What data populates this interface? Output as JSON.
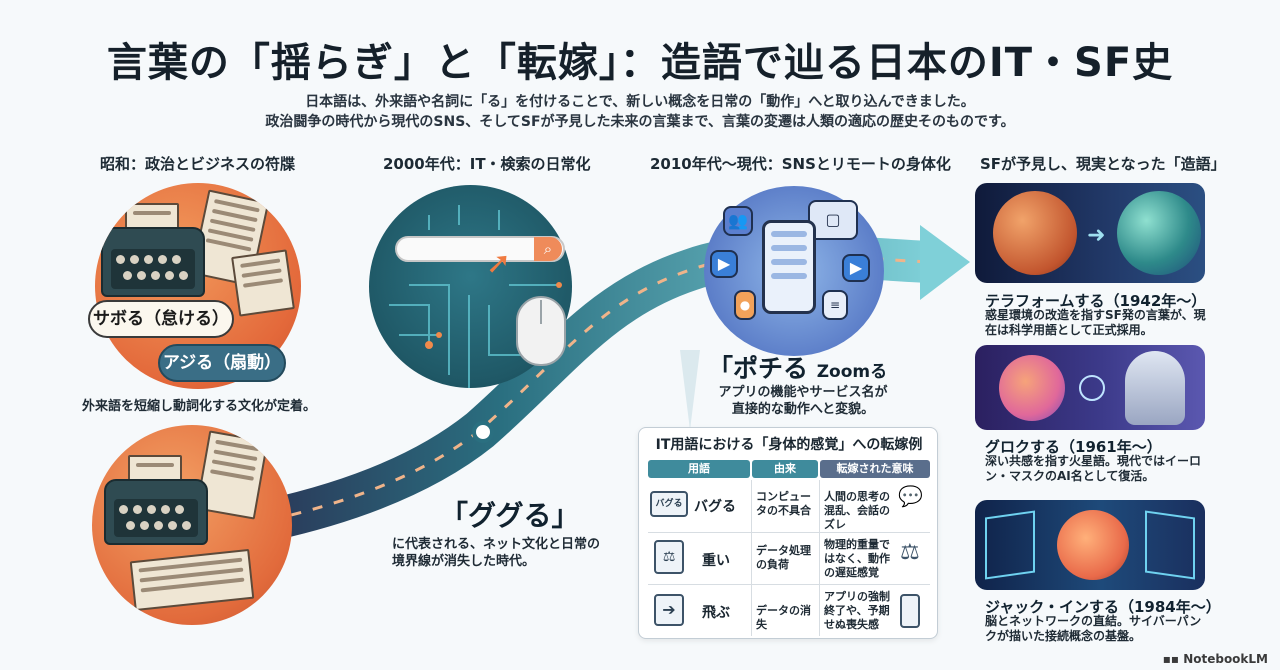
{
  "title": "言葉の「揺らぎ」と「転嫁」：造語で辿る日本のIT・SF史",
  "intro": [
    "日本語は、外来語や名詞に「る」を付けることで、新しい概念を日常の「動作」へと取り込んできました。",
    "政治闘争の時代から現代のSNS、そしてSFが予見した未来の言葉まで、言葉の変遷は人類の適応の歴史そのものです。"
  ],
  "eras": {
    "showa": {
      "heading": "昭和：政治とビジネスの符牒",
      "pill_1": "サボる（怠ける）",
      "pill_2": "アジる（扇動）",
      "caption": "外来語を短縮し動詞化する文化が定着。"
    },
    "y2000": {
      "heading": "2000年代：IT・検索の日常化",
      "word": "「ググる」",
      "desc": "に代表される、ネット文化と日常の境界線が消失した時代。"
    },
    "y2010": {
      "heading": "2010年代〜現代：SNSとリモートの身体化",
      "word": "「ポチる",
      "word_2": "Zoomる",
      "desc": "アプリの機能やサービス名が直接的な動作へと変貌。"
    },
    "sf": {
      "heading": "SFが予見し、現実となった「造語」"
    }
  },
  "table": {
    "title": "IT用語における「身体的感覚」への転嫁例",
    "headers": [
      "用語",
      "由来",
      "転嫁された意味"
    ],
    "rows": [
      {
        "icon_text": "バグる",
        "term": "バグる",
        "origin": "コンピュータの不具合",
        "meaning": "人間の思考の混乱、会話のズレ"
      },
      {
        "icon_text": "",
        "term": "重い",
        "origin": "データ処理の負荷",
        "meaning": "物理的重量ではなく、動作の遅延感覚"
      },
      {
        "icon_text": "",
        "term": "飛ぶ",
        "origin": "データの消失",
        "meaning": "アプリの強制終了や、予期せぬ喪失感"
      }
    ]
  },
  "sf_cards": [
    {
      "title": "テラフォームする（1942年〜）",
      "desc": "惑星環境の改造を指すSF発の言葉が、現在は科学用語として正式採用。"
    },
    {
      "title": "グロクする（1961年〜）",
      "desc": "深い共感を指す火星語。現代ではイーロン・マスクのAI名として復活。"
    },
    {
      "title": "ジャック・インする（1984年〜）",
      "desc": "脳とネットワークの直結。サイバーパンクが描いた接続概念の基盤。"
    }
  ],
  "watermark": "NotebookLM",
  "colors": {
    "accent_teal": "#2f7f8f",
    "accent_orange": "#e3683a",
    "accent_blue": "#4a6bb7"
  }
}
